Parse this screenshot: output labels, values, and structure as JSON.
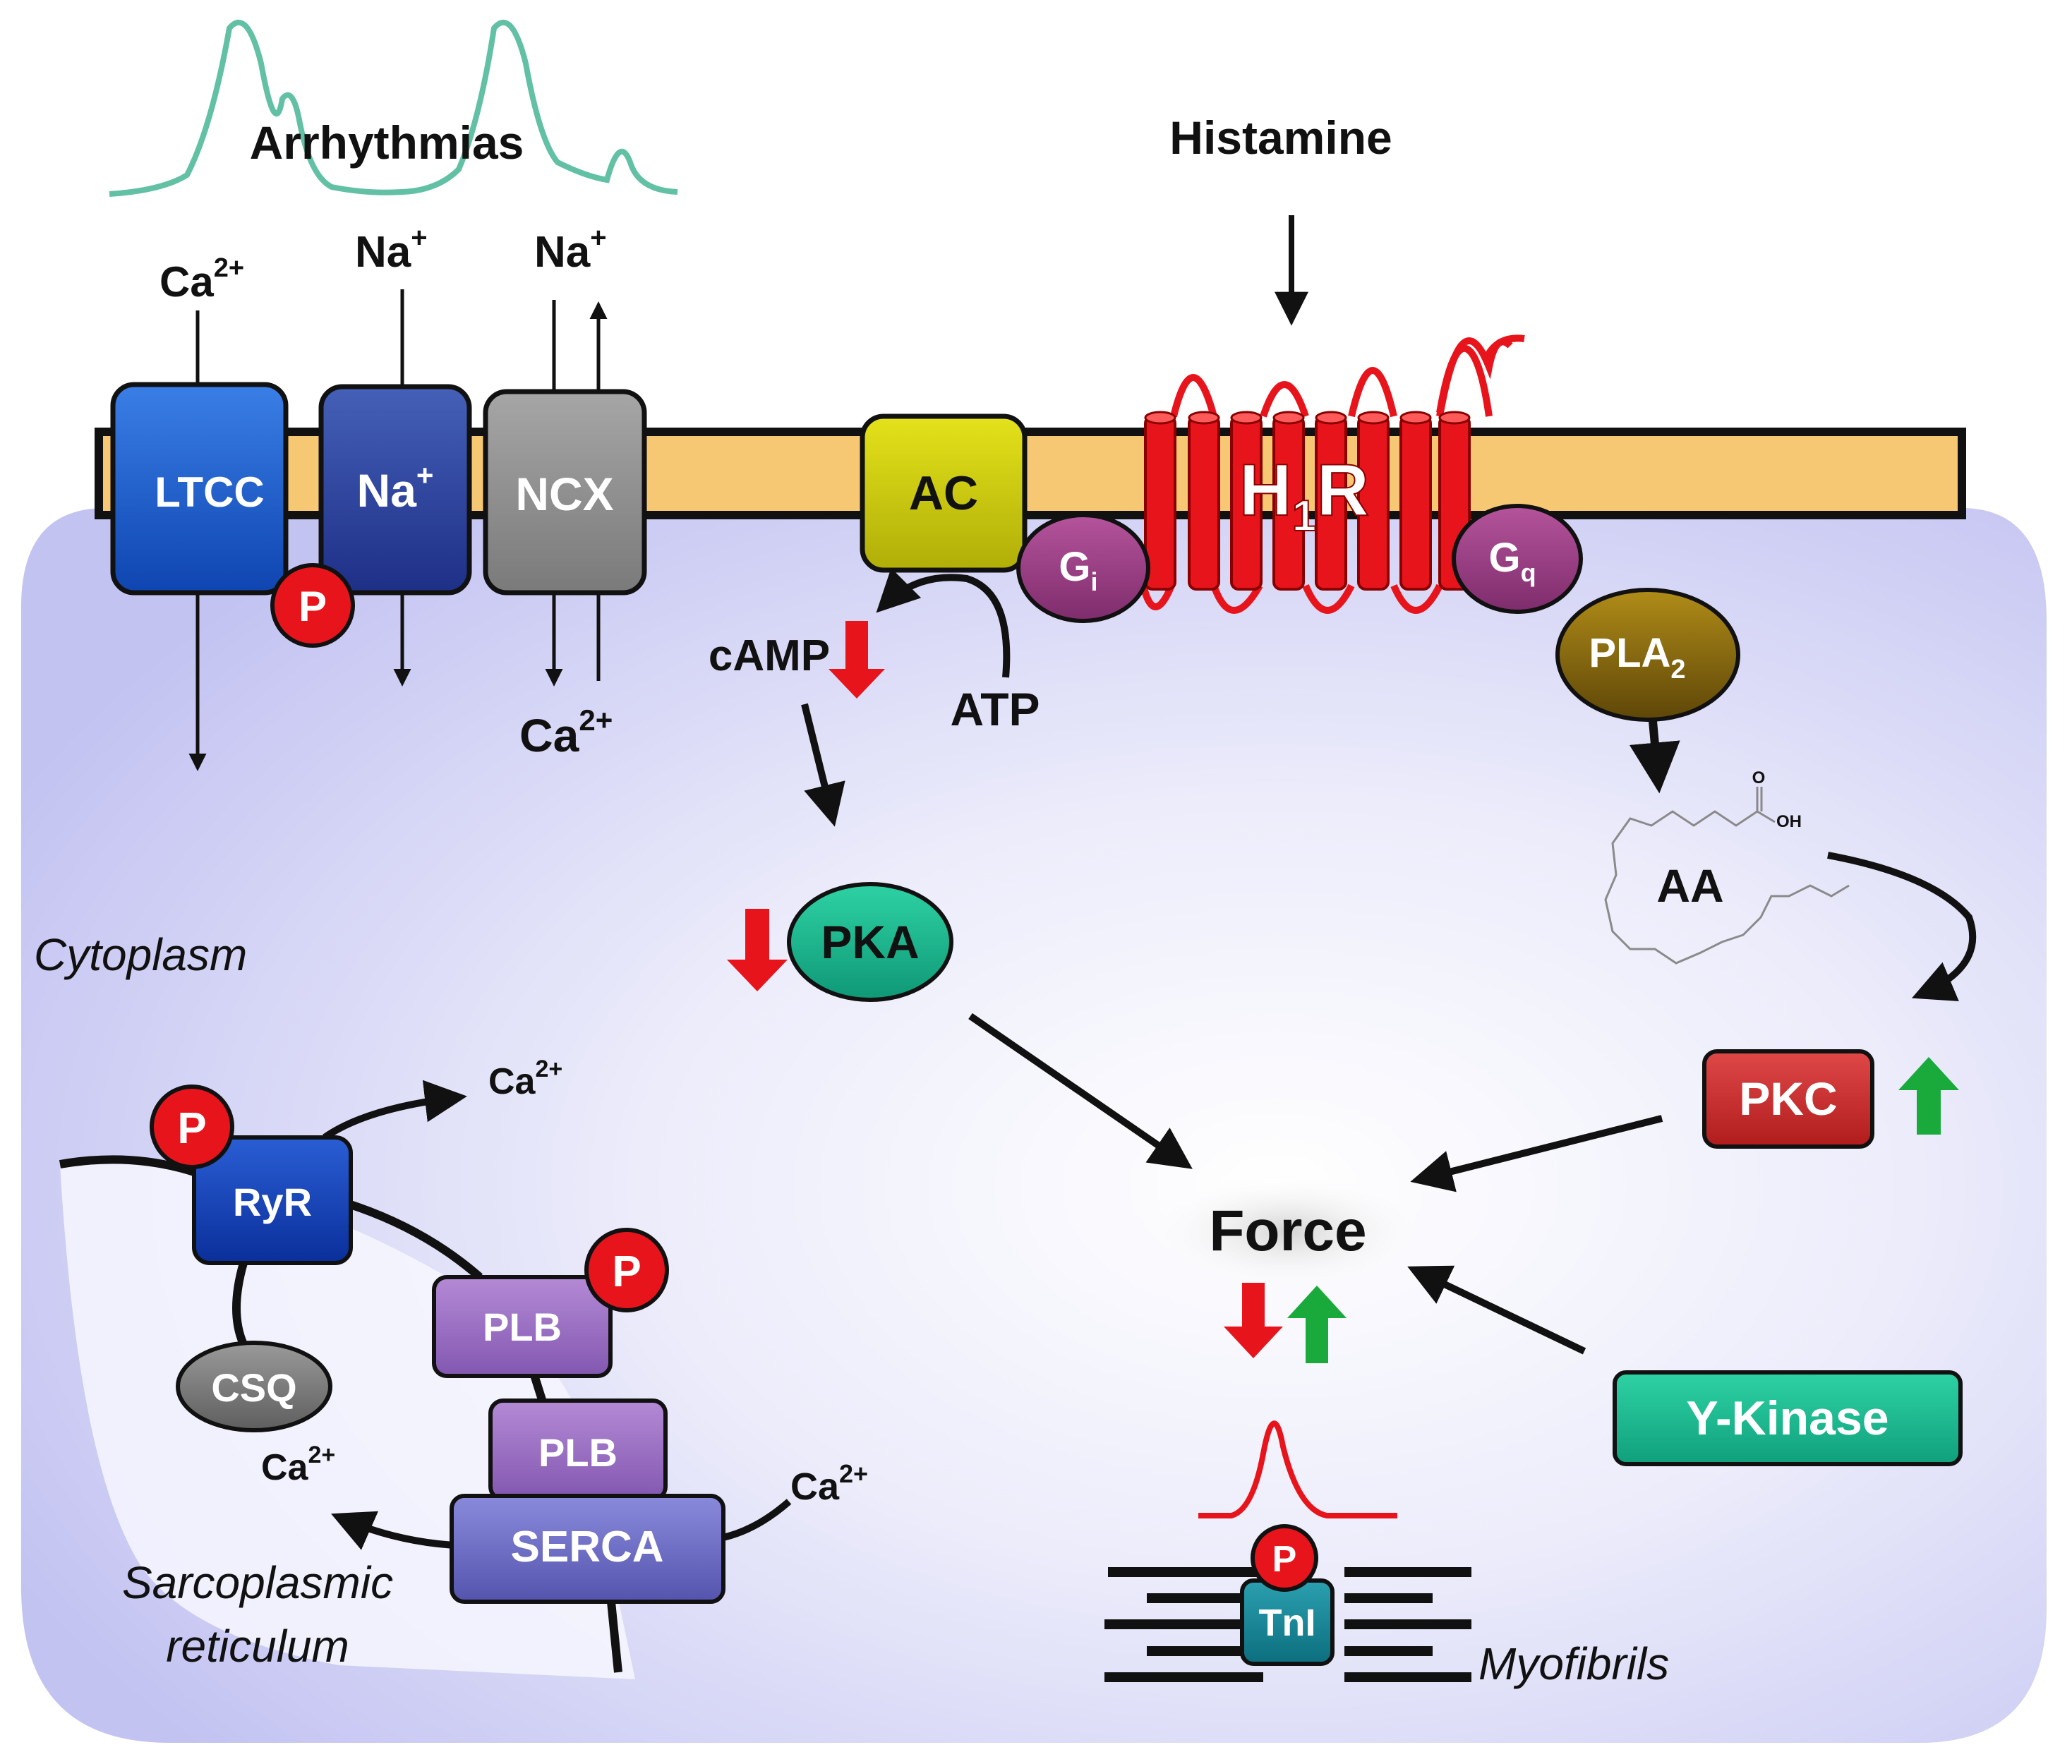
{
  "colors": {
    "membrane": "#f7c874",
    "cytoplasm": "#c8c8f4",
    "receptor": "#e8141c",
    "ecg_trace": "#62c0a4",
    "decrease_arrow": "#e8141c",
    "increase_arrow": "#1aaa3c",
    "phospho": "#e8141c"
  },
  "labels": {
    "arrhythmias": "Arrhythmias",
    "histamine": "Histamine",
    "ca_ltcc": "Ca",
    "na_1": "Na",
    "na_2": "Na",
    "ca_ncx": "Ca",
    "ca_ryr": "Ca",
    "ca_csq": "Ca",
    "ca_serca": "Ca",
    "charge_2plus": "2+",
    "charge_plus": "+",
    "ltcc": "LTCC",
    "na_channel": "Na",
    "ncx": "NCX",
    "ac": "AC",
    "h1r_main": "H",
    "h1r_sub": "1",
    "h1r_end": "R",
    "gi_main": "G",
    "gi_sub": "i",
    "gq_main": "G",
    "gq_sub": "q",
    "pla2_main": "PLA",
    "pla2_sub": "2",
    "camp": "cAMP",
    "atp": "ATP",
    "pka": "PKA",
    "aa": "AA",
    "oh": "OH",
    "o": "O",
    "pkc": "PKC",
    "force": "Force",
    "y_kinase": "Y-Kinase",
    "cytoplasm": "Cytoplasm",
    "sr_line1": "Sarcoplasmic",
    "sr_line2": "reticulum",
    "myofibrils": "Myofibrils",
    "ryr": "RyR",
    "csq": "CSQ",
    "plb_top": "PLB",
    "plb_bottom": "PLB",
    "serca": "SERCA",
    "tni": "TnI",
    "p": "P"
  }
}
